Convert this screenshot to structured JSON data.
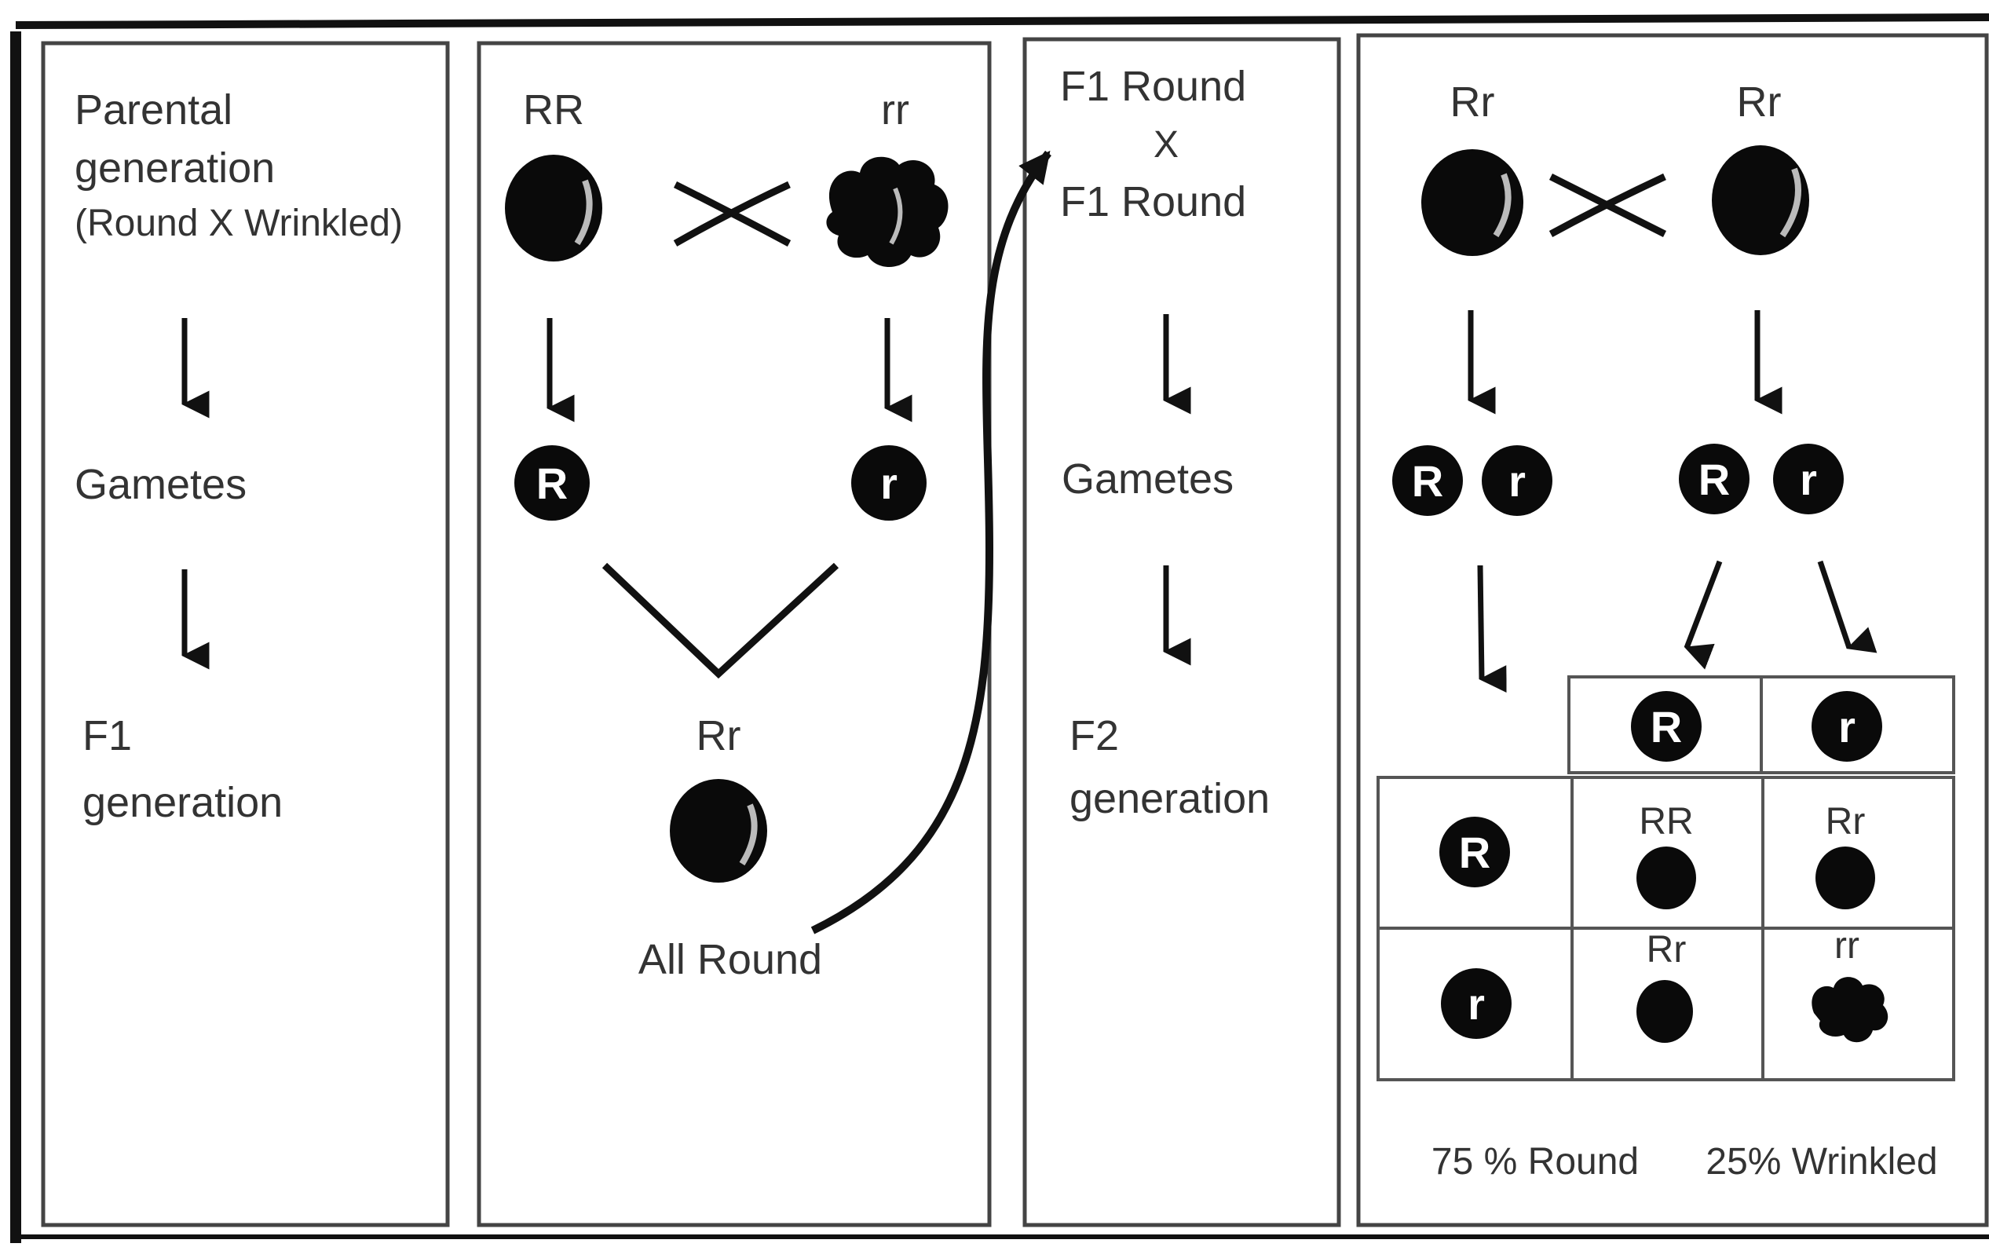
{
  "left_panel": {
    "parental_line1": "Parental",
    "parental_line2": "generation",
    "parental_line3": "(Round X Wrinkled)",
    "gametes": "Gametes",
    "f1_line1": "F1",
    "f1_line2": "generation"
  },
  "cross1": {
    "parent1_genotype": "RR",
    "parent2_genotype": "rr",
    "gamete1": "R",
    "gamete2": "r",
    "offspring_genotype": "Rr",
    "result": "All Round"
  },
  "middle_panel": {
    "f1_cross_line1": "F1 Round",
    "f1_cross_x": "X",
    "f1_cross_line2": "F1 Round",
    "gametes": "Gametes",
    "f2_line1": "F2",
    "f2_line2": "generation"
  },
  "cross2": {
    "parent1_genotype": "Rr",
    "parent2_genotype": "Rr",
    "gametes_left": [
      "R",
      "r"
    ],
    "gametes_right": [
      "R",
      "r"
    ],
    "punnett": {
      "col_headers": [
        "R",
        "r"
      ],
      "row_headers": [
        "R",
        "r"
      ],
      "cells": [
        [
          "RR",
          "Rr"
        ],
        [
          "Rr",
          "rr"
        ]
      ]
    },
    "ratio_round": "75 % Round",
    "ratio_wrinkled": "25% Wrinkled"
  }
}
